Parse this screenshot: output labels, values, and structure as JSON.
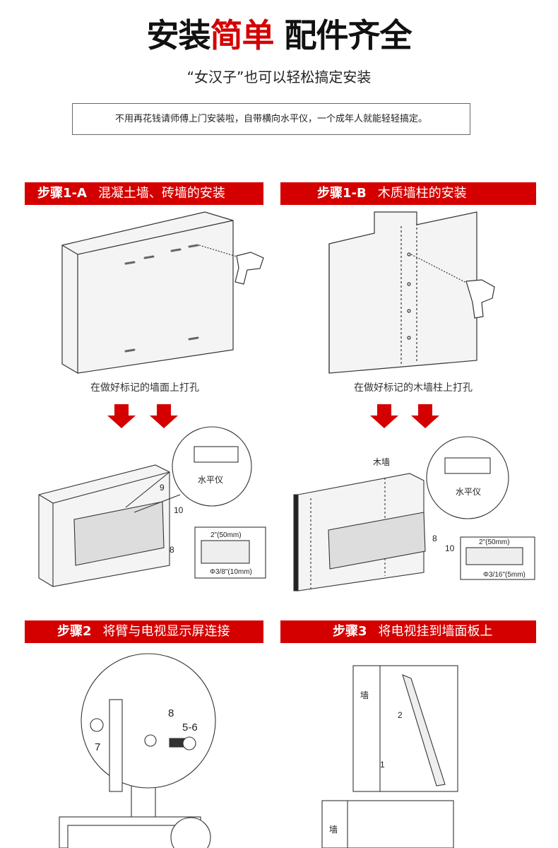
{
  "header": {
    "title_part1": "安装",
    "title_part2": "简单",
    "title_part3": " 配件齐全",
    "subtitle": "“女汉子”也可以轻松搞定安装",
    "note": "不用再花钱请师傅上门安装啦，自带横向水平仪，一个成年人就能轻轻搞定。"
  },
  "steps": [
    {
      "step": "步骤1-A",
      "desc": "混凝土墙、砖墙的安装",
      "caption": "在做好标记的墙面上打孔"
    },
    {
      "step": "步骤1-B",
      "desc": "木质墙柱的安装",
      "caption": "在做好标记的木墙柱上打孔"
    },
    {
      "step": "步骤2",
      "desc": "将臂与电视显示屏连接"
    },
    {
      "step": "步骤3",
      "desc": "将电视挂到墙面板上"
    }
  ],
  "labels_1a": {
    "level": "水平仪",
    "n9": "9",
    "n10": "10",
    "n8": "8",
    "width": "2\"(50mm)",
    "dia": "Φ3/8\"(10mm)"
  },
  "labels_1b": {
    "wood": "木墙",
    "level": "水平仪",
    "n8": "8",
    "n10": "10",
    "width": "2\"(50mm)",
    "dia": "Φ3/16\"(5mm)"
  },
  "labels_2": {
    "n7": "7",
    "n8": "8",
    "n56": "5-6"
  },
  "labels_3": {
    "wall": "墙",
    "n2": "2",
    "n1": "1",
    "wall2": "墙"
  },
  "colors": {
    "accent": "#d40000"
  }
}
